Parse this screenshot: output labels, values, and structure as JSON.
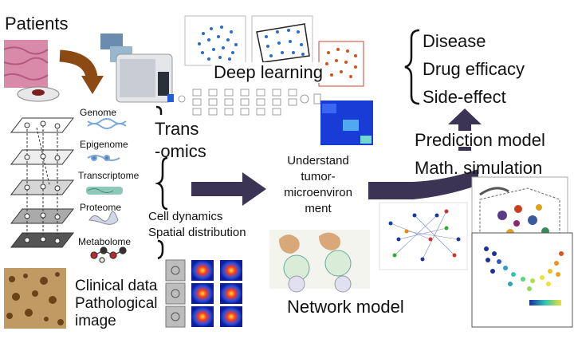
{
  "labels": {
    "patients": "Patients",
    "genome": "Genome",
    "epigenome": "Epigenome",
    "transcriptome": "Transcriptome",
    "proteome": "Proteome",
    "metabolome": "Metabolome",
    "clinical_line1": "Clinical data",
    "clinical_line2": "Pathological",
    "clinical_line3": "image",
    "deep_learning": "Deep learning",
    "transomics_line1": "Trans",
    "transomics_line2": "-omics",
    "cell_dynamics": "Cell dynamics",
    "spatial": "Spatial distribution",
    "understand_line1": "Understand",
    "understand_line2": "tumor-",
    "understand_line3": "microenviron",
    "understand_line4": "ment",
    "network_model": "Network model",
    "prediction_model": "Prediction model",
    "math_simulation": "Math. simulation"
  },
  "outcomes": [
    "Disease",
    "Drug efficacy",
    "Side-effect"
  ],
  "colors": {
    "arrow_brown": "#8b4a14",
    "arrow_navy": "#3b3454",
    "scatter_blue": "#2f6bc4",
    "scatter_orange": "#d2531c",
    "heat_red": "#e0201c"
  }
}
